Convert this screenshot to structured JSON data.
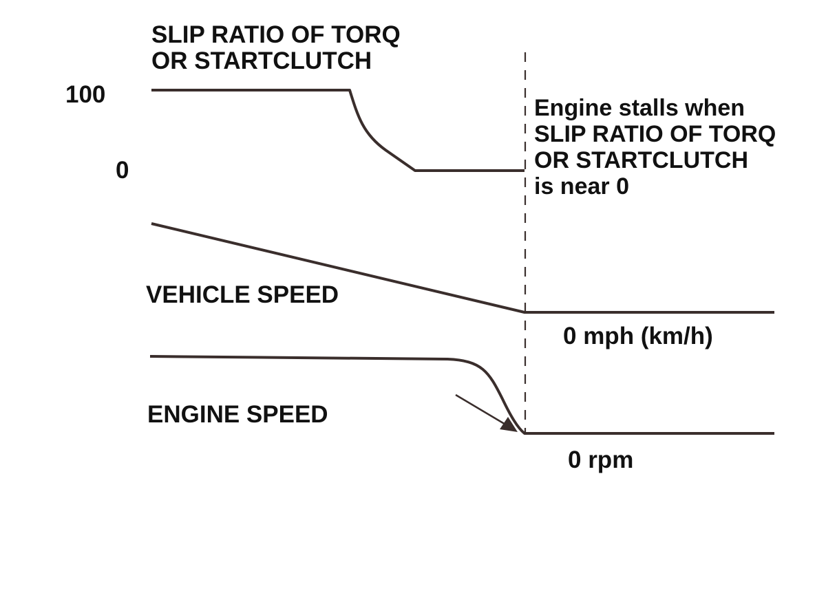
{
  "slip_ratio": {
    "title_line1": "SLIP RATIO OF TORQ",
    "title_line2": "OR STARTCLUTCH",
    "tick_high": "100",
    "tick_low": "0"
  },
  "note": {
    "line1": "Engine stalls when",
    "line2": "SLIP RATIO OF TORQ",
    "line3": "OR STARTCLUTCH",
    "line4": "is near 0"
  },
  "vehicle_speed": {
    "label": "VEHICLE SPEED",
    "end_value": "0 mph (km/h)"
  },
  "engine_speed": {
    "label": "ENGINE SPEED",
    "end_value": "0 rpm"
  },
  "colors": {
    "curve": "#3a2e2c",
    "text": "#111111",
    "background": "#ffffff"
  }
}
